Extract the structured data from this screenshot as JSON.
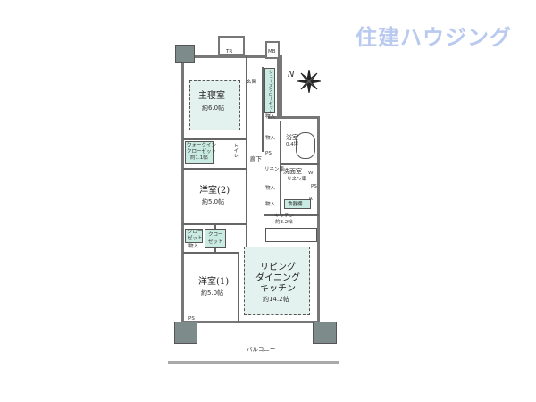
{
  "logo": "住建ハウジング",
  "compass": "N",
  "labels": {
    "tr": "TR",
    "mb": "MB",
    "entrance": "玄関",
    "shoe_closet": "シューズクローゼット",
    "storage1": "物入",
    "storage2": "物入",
    "storage3": "物入",
    "storage4": "物入",
    "storage5": "物入",
    "master_bedroom": "主寝室",
    "master_bedroom_size": "約6.0帖",
    "walkin_closet": "ウォークイン",
    "walkin_closet2": "クローゼット",
    "walkin_size": "約1.1帖",
    "toilet": "トイレ",
    "bath": "浴室",
    "bath_size": "0.4坪",
    "hallway": "廊下",
    "ps1": "PS",
    "ps2": "PS",
    "ps3": "PS",
    "linen1": "リネン庫",
    "linen2": "リネン庫",
    "washroom": "洗面室",
    "washer": "W",
    "fridge": "R",
    "cupboard": "食器棚",
    "western2": "洋室(2)",
    "western2_size": "約5.0帖",
    "kitchen": "キッチン",
    "kitchen_size": "約3.2帖",
    "closet1": "クロー",
    "closet1b": "ゼット",
    "closet2": "クロー",
    "closet2b": "ゼット",
    "western1": "洋室(1)",
    "western1_size": "約5.0帖",
    "ldk1": "リビング",
    "ldk2": "ダイニング",
    "ldk3": "キッチン",
    "ldk_size": "約14.2帖",
    "balcony": "バルコニー"
  }
}
